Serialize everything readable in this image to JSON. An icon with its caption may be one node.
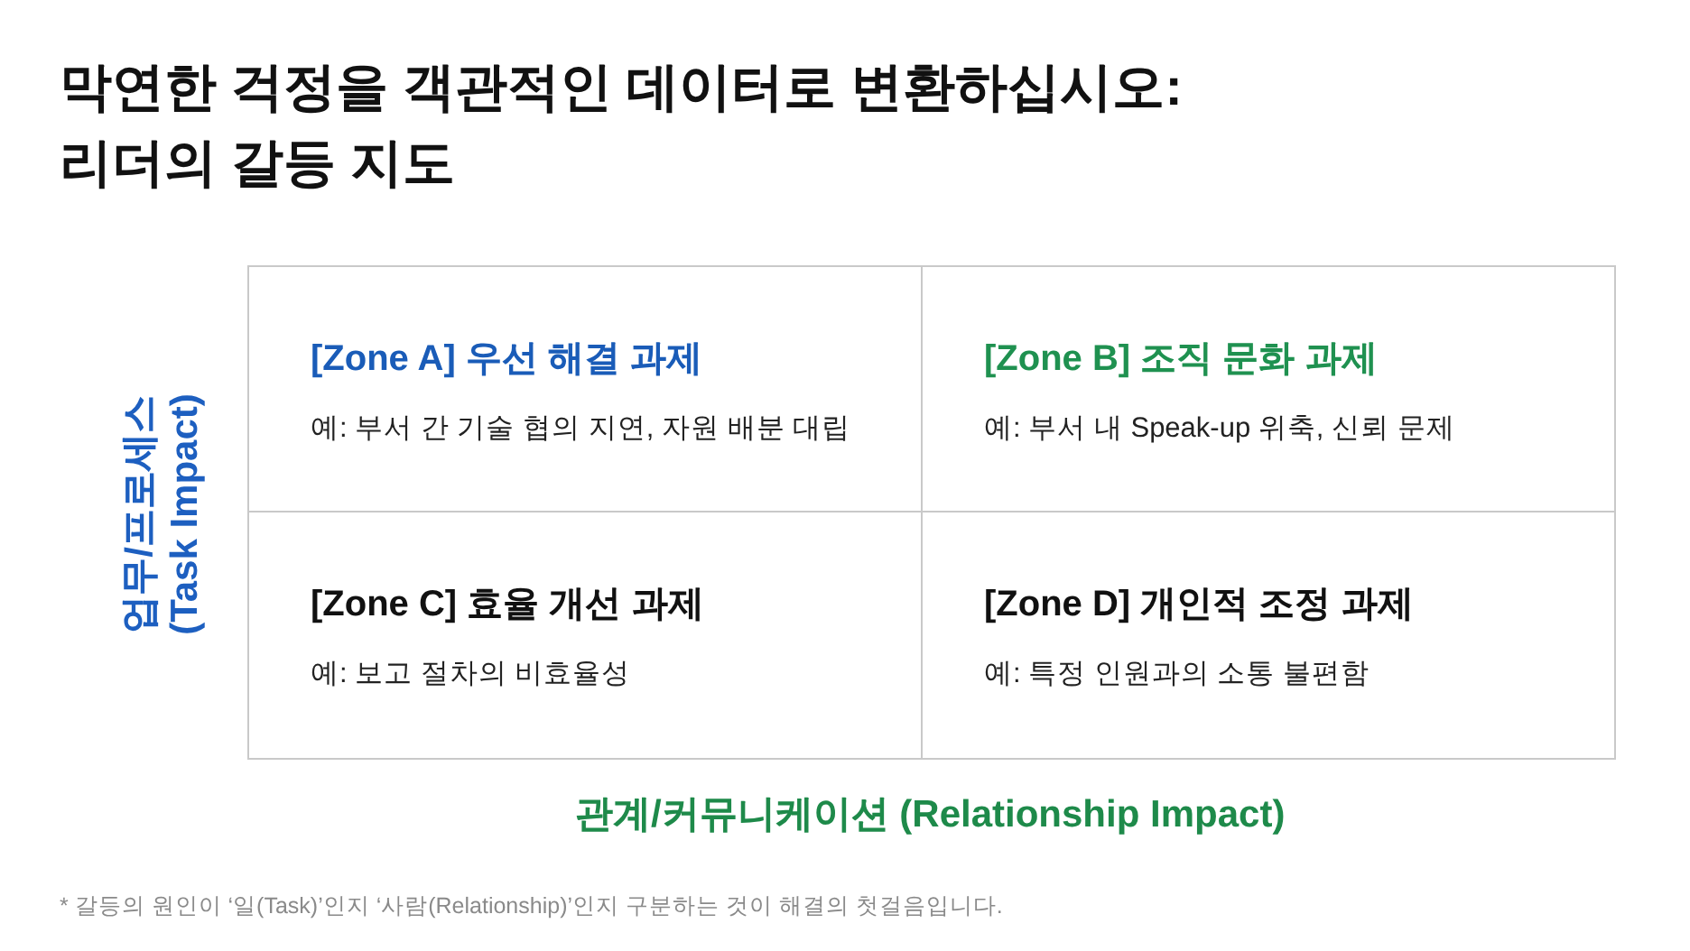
{
  "diagram": {
    "title": "막연한 걱정을 객관적인 데이터로 변환하십시오: 리더의 갈등 지도",
    "nodes": [
      {
        "text": [
          "[Zone A] 우선 해결 과제",
          "예: 부서 간 기술 협의 지연, 자원 배분 대립"
        ]
      },
      {
        "text": [
          "[Zone B] 조직 문화 과제",
          "예: 부서 내 Speak-up 위축, 신뢰 문제"
        ]
      },
      {
        "text": [
          "[Zone C] 효율 개선 과제",
          "예: 보고 절차의 비효율성"
        ]
      },
      {
        "text": [
          "[Zone D] 개인적 조정 과제",
          "예: 특정 인원과의 소통 불편함"
        ]
      }
    ],
    "labels": [
      "업무/프로세스 (Task Impact)",
      "관계/커뮤니케이션 (Relationship Impact)",
      "* 갈등의 원인이 ‘일(Task)’인지 ‘사람(Relationship)’인지 구분하는 것이 해결의 첫걸음입니다."
    ]
  }
}
